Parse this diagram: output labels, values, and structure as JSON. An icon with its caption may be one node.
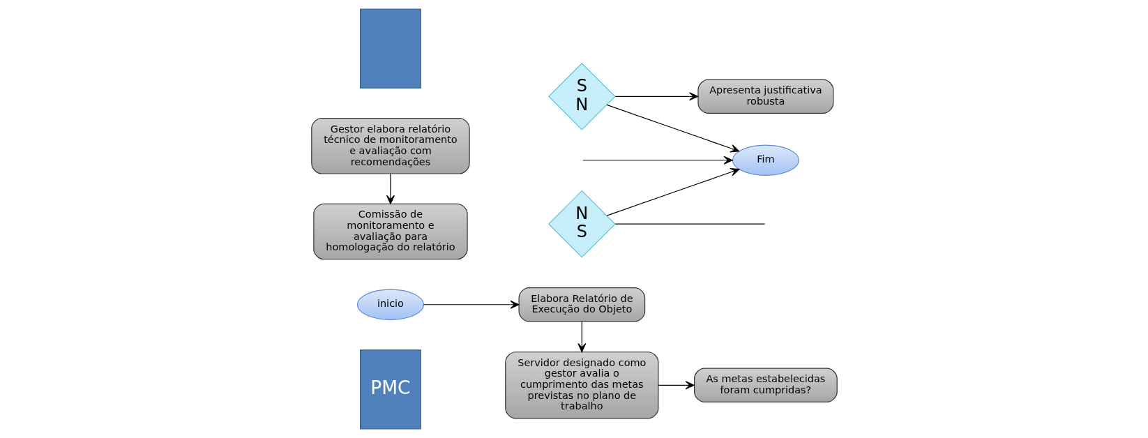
{
  "diagram": {
    "nodes": [
      {
        "text": [
          "PMC"
        ]
      },
      {
        "text": [
          "Servidor designado como gestor avalia o cumprimento das metas previstas no plano de trabalho"
        ]
      },
      {
        "text": [
          "As metas estabelecidas foram cumpridas?"
        ]
      },
      {
        "text": [
          "S",
          "N"
        ]
      },
      {
        "text": [
          "Gestor elabora relatório técnico de monitoramento e avaliação com recomendações"
        ]
      },
      {
        "text": [
          "Fim"
        ]
      },
      {
        "text": [
          "Comissão de monitoramento e avaliação para homologação do relatório"
        ]
      },
      {
        "text": [
          "inicio"
        ]
      },
      {
        "text": [
          "Elabora Relatório de Execução do Objeto"
        ]
      },
      {
        "text": [
          "Apresenta justificativa robusta"
        ]
      },
      {
        "text": [
          "N",
          "S"
        ]
      },
      {
        "text": [],
        "shape": "box"
      }
    ],
    "edges": [
      {
        "from": 7,
        "to": 8,
        "arrow": "to"
      },
      {
        "from": 8,
        "to": 1,
        "arrow": "to"
      },
      {
        "from": 1,
        "to": 2,
        "arrow": "to"
      },
      {
        "from": 3,
        "to": 5,
        "arrow": "to"
      },
      {
        "from": 3,
        "to": 9,
        "arrow": "to"
      },
      {
        "from": 4,
        "to": 6,
        "arrow": "to"
      },
      {
        "from": 10,
        "to": 5,
        "arrow": "to"
      },
      {
        "from": 10,
        "to": null,
        "arrow": "none"
      },
      {
        "from": null,
        "to": 5,
        "arrow": "to"
      }
    ]
  }
}
